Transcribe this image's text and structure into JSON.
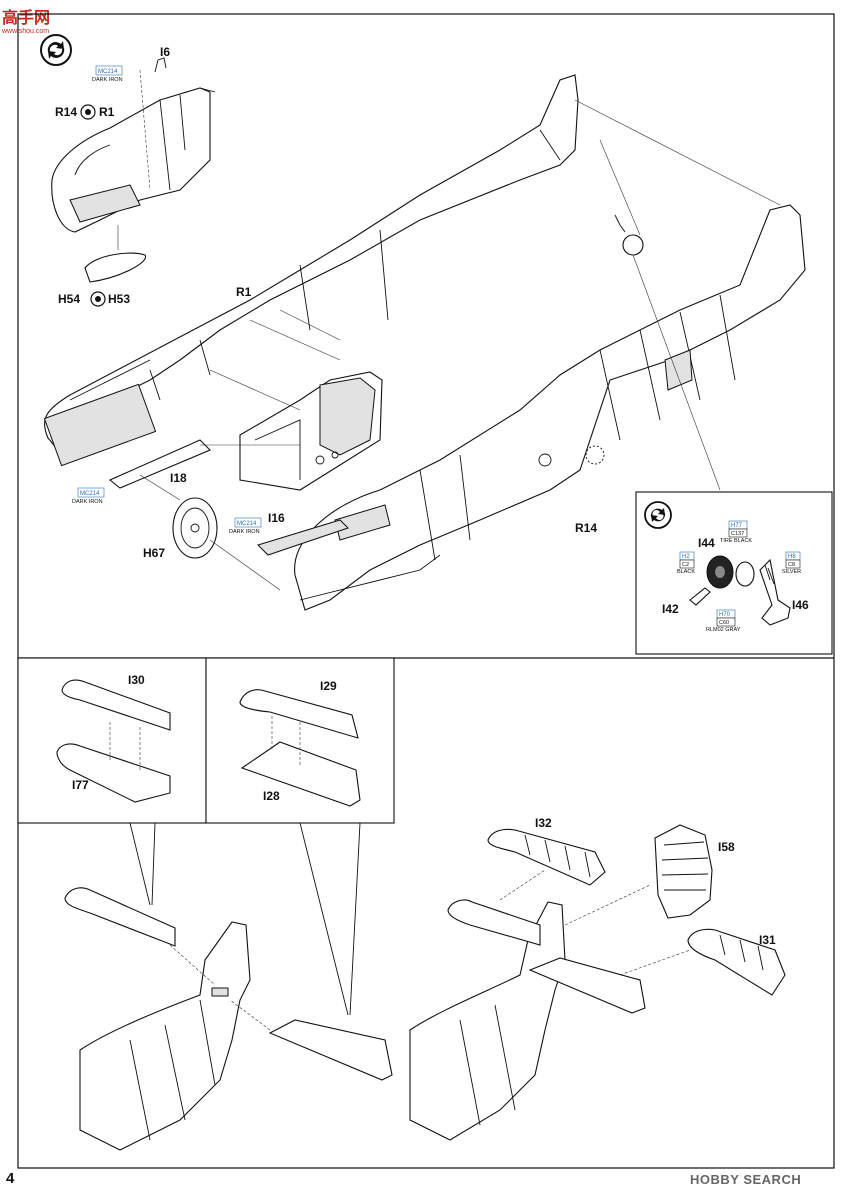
{
  "watermark_top": {
    "title": "高手网",
    "url": "www.shou.com"
  },
  "watermark_bottom": "HOBBY SEARCH",
  "page_number": "4",
  "step1": {
    "labels": {
      "i6": "I6",
      "r14_r1_a": "R14",
      "r14_r1_b": "R1",
      "h54": "H54",
      "h53": "H53",
      "r1": "R1",
      "i18": "I18",
      "h67": "H67",
      "i16": "I16",
      "r14": "R14"
    },
    "colors": {
      "mc214_a": {
        "code": "MC214",
        "name": "DARK IRON"
      },
      "mc214_b": {
        "code": "MC214",
        "name": "DARK IRON"
      },
      "mc214_c": {
        "code": "MC214",
        "name": "DARK IRON"
      }
    }
  },
  "inset": {
    "labels": {
      "i44": "I44",
      "i42": "I42",
      "i46": "I46"
    },
    "colors": {
      "tire": {
        "h": "H77",
        "c": "C137",
        "name": "TIRE BLACK"
      },
      "black": {
        "h": "H2",
        "c": "C2",
        "name": "BLACK"
      },
      "silver": {
        "h": "H8",
        "c": "C8",
        "name": "SILVER"
      },
      "gray": {
        "h": "H70",
        "c": "C60",
        "name": "RLM02 GRAY"
      }
    }
  },
  "step2": {
    "labels": {
      "i30": "I30",
      "i77": "I77",
      "i29": "I29",
      "i28": "I28"
    }
  },
  "step3": {
    "labels": {
      "i32": "I32",
      "i58": "I58",
      "i31": "I31"
    }
  }
}
